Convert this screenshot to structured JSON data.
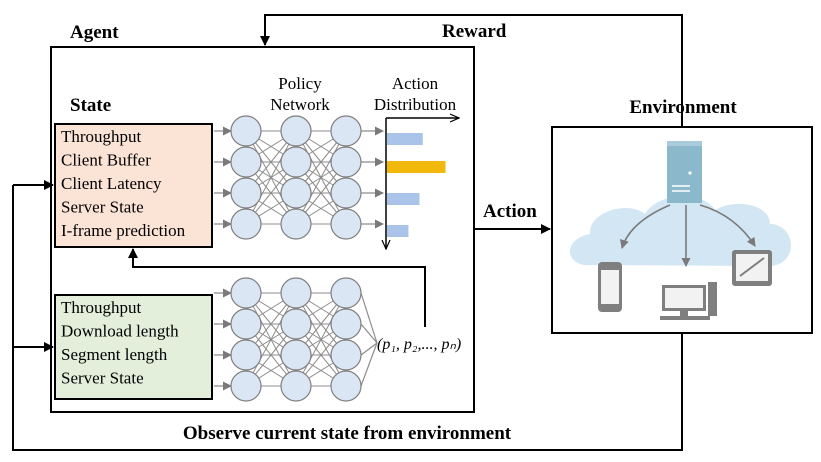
{
  "labels": {
    "agent": "Agent",
    "reward": "Reward",
    "environment": "Environment",
    "action": "Action",
    "observe": "Observe current state from environment",
    "state": "State",
    "policy_network_line1": "Policy",
    "policy_network_line2": "Network",
    "action_distribution_line1": "Action",
    "action_distribution_line2": "Distribution",
    "probabilities": "(p₁, p₂,..., pₙ)"
  },
  "state_box_items": [
    "Throughput",
    "Client Buffer",
    "Client Latency",
    "Server State",
    "I-frame prediction"
  ],
  "lower_box_items": [
    "Throughput",
    "Download length",
    "Segment length",
    "Server State"
  ],
  "action_distribution_bars": [
    {
      "value": 0.55,
      "color": "#a9c4e8"
    },
    {
      "value": 0.9,
      "color": "#f2b90c"
    },
    {
      "value": 0.5,
      "color": "#a9c4e8"
    },
    {
      "value": 0.33,
      "color": "#a9c4e8"
    }
  ],
  "colors": {
    "state_box_fill": "#fbe3d5",
    "lower_box_fill": "#e3efda",
    "node_fill": "#dae6f4",
    "cloud_fill": "#d3e6f3",
    "server_fill": "#8cb8cc",
    "device_fill": "#7f7f7f"
  },
  "icons": [
    "server-icon",
    "cloud-icon",
    "phone-icon",
    "desktop-icon",
    "tablet-icon"
  ]
}
